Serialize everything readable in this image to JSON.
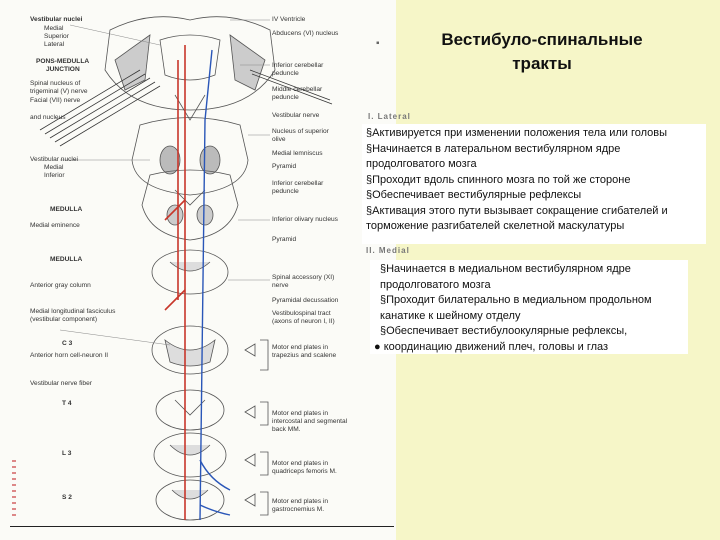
{
  "slide": {
    "title_line1": "Вестибуло-спинальные",
    "title_line2": "тракты"
  },
  "lateral": {
    "header": "I. Lateral",
    "items": [
      "§Активируется при изменении положения тела или головы",
      "§Начинается в латеральном вестибулярном ядре продолговатого мозга",
      "§Проходит вдоль спинного мозга по той же стороне",
      "§Обеспечивает вестибулярные рефлексы",
      "§Активация этого пути вызывает сокращение сгибателей и торможение разгибателей скелетной маскулатуры"
    ]
  },
  "medial": {
    "header": "II. Medial",
    "items": [
      "§Начинается в медиальном вестибулярном ядре продолговатого мозга",
      "§Проходит билатерально в медиальном продольном канатике к шейному отделу",
      "§Обеспечивает вестибулоокулярные рефлексы,",
      "● координацию движений плеч, головы и глаз"
    ]
  },
  "diagram": {
    "left_labels": [
      "Vestibular nuclei",
      "Medial",
      "Superior",
      "Lateral",
      "PONS-MEDULLA",
      "JUNCTION",
      "Spinal nucleus of",
      "trigeminal (V) nerve",
      "Facial (VII) nerve",
      "and nucleus",
      "Vestibular nuclei",
      "Medial",
      "Inferior",
      "MEDULLA",
      "Medial eminence",
      "MEDULLA",
      "Anterior gray column",
      "Medial longitudinal fasciculus",
      "(vestibular component)",
      "C 3",
      "Anterior horn cell-neuron II",
      "Vestibular nerve fiber",
      "T 4",
      "L 3",
      "S 2"
    ],
    "right_labels": [
      "IV Ventricle",
      "Abducens (VI) nucleus",
      "Inferior cerebellar",
      "peduncle",
      "Middle cerebellar",
      "peduncle",
      "Vestibular nerve",
      "Nucleus of superior",
      "olive",
      "Medial lemniscus",
      "Pyramid",
      "Inferior cerebellar",
      "peduncle",
      "Inferior olivary nucleus",
      "Pyramid",
      "Spinal accessory (XI)",
      "nerve",
      "Pyramidal decussation",
      "Vestibulospinal tract",
      "(axons of neuron I, II)",
      "Motor end plates in",
      "trapezius and scalene",
      "Motor end plates in",
      "intercostal and segmental",
      "back MM.",
      "Motor end plates in",
      "quadriceps femoris M.",
      "Motor end plates in",
      "gastrocnemius M."
    ]
  },
  "colors": {
    "panel": "#f6f6c8",
    "tract_red": "#c8362a",
    "tract_blue": "#2a56b8",
    "ink": "#555555"
  }
}
